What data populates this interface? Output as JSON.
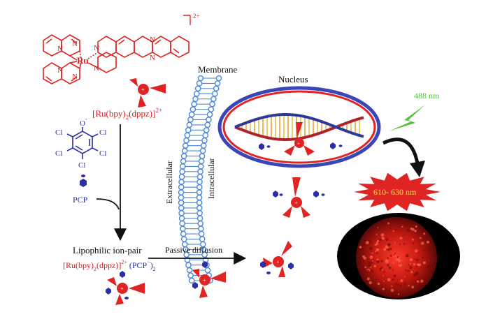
{
  "charge_label": "2+",
  "complex": {
    "ru": "Ru",
    "n": "N",
    "label": {
      "pre": "[Ru(bpy)",
      "sub1": "2",
      "mid": "(dppz)]",
      "sup": "2+"
    }
  },
  "pcp": {
    "oxide": "O",
    "oxide_charge": "-",
    "cl": "Cl",
    "label": "PCP"
  },
  "membrane": {
    "title": "Membrane",
    "extracellular": "Extracellular",
    "intracellular": "Intracellular"
  },
  "ion_pair": {
    "title": "Lipophilic ion-pair",
    "formula_pre": "[Ru(bpy)",
    "formula_sub1": "2",
    "formula_mid": "(dppz)]",
    "formula_sup": "2+",
    "formula_anion": " (PCP",
    "formula_anion_sup": "−",
    "formula_close": ")",
    "formula_sub2": "2"
  },
  "passive_diffusion": "Passive diffusion",
  "nucleus": "Nucleus",
  "excitation": "488 nm",
  "emission": "610- 630 nm",
  "colors": {
    "complex_red": "#e02424",
    "pcp_blue": "#2a2fa8",
    "membrane_blue": "#4a86d8",
    "excitation_green": "#55c23a",
    "emission_text": "#f2e24a"
  }
}
